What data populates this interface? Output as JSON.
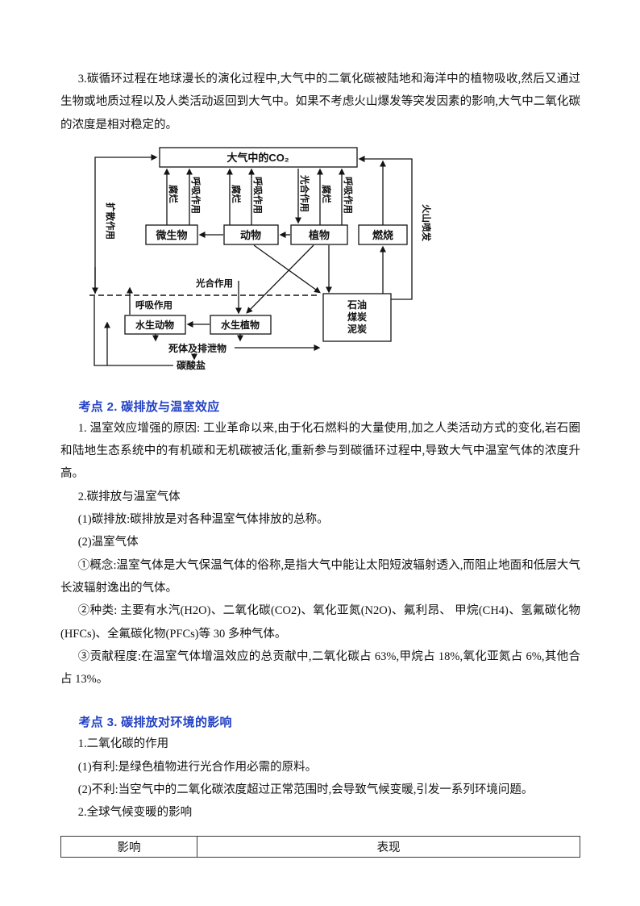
{
  "accent_blue": "#2442C5",
  "intro": {
    "text": "3.碳循环过程在地球漫长的演化过程中,大气中的二氧化碳被陆地和海洋中的植物吸收,然后又通过生物或地质过程以及人类活动返回到大气中。如果不考虑火山爆发等突发因素的影响,大气中二氧化碳的浓度是相对稳定的。"
  },
  "diagram": {
    "boxes": {
      "co2": "大气中的CO₂",
      "microbe": "微生物",
      "animal": "动物",
      "plant": "植物",
      "burn": "燃烧",
      "aquatic_animal": "水生动物",
      "aquatic_plant": "水生植物",
      "fossil_lines": [
        "石油",
        "煤炭",
        "泥炭"
      ]
    },
    "labels": {
      "decay_microbe": "腐烂",
      "respiration_microbe": "呼吸作用",
      "decay_animal": "腐烂",
      "respiration_animal": "呼吸作用",
      "photosynthesis_land": "光合作用",
      "decay_plant": "腐烂",
      "respiration_plant": "呼吸作用",
      "diffusion": "扩散作用",
      "volcano": "火山喷发",
      "respiration_water": "呼吸作用",
      "photosynthesis_water": "光合作用",
      "dead_excreta": "死体及排泄物",
      "carbonate": "碳酸盐"
    }
  },
  "section2": {
    "heading": "考点 2. 碳排放与温室效应",
    "paragraphs": [
      "1. 温室效应增强的原因: 工业革命以来,由于化石燃料的大量使用,加之人类活动方式的变化,岩石圈和陆地生态系统中的有机碳和无机碳被活化,重新参与到碳循环过程中,导致大气中温室气体的浓度升高。",
      "2.碳排放与温室气体",
      "(1)碳排放:碳排放是对各种温室气体排放的总称。",
      "(2)温室气体",
      "①概念:温室气体是大气保温气体的俗称,是指大气中能让太阳短波辐射透入,而阻止地面和低层大气长波辐射逸出的气体。",
      "②种类: 主要有水汽(H2O)、二氧化碳(CO2)、氧化亚氮(N2O)、氟利昂、 甲烷(CH4)、氢氟碳化物(HFCs)、全氟碳化物(PFCs)等 30 多种气体。",
      "③贡献程度:在温室气体增温效应的总贡献中,二氧化碳占 63%,甲烷占 18%,氧化亚氮占 6%,其他合占 13%。"
    ]
  },
  "section3": {
    "heading": "考点 3. 碳排放对环境的影响",
    "paragraphs": [
      "1.二氧化碳的作用",
      "(1)有利:是绿色植物进行光合作用必需的原料。",
      "(2)不利:当空气中的二氧化碳浓度超过正常范围时,会导致气候变暖,引发一系列环境问题。",
      "2.全球气候变暖的影响"
    ]
  },
  "table": {
    "headers": [
      "影响",
      "表现"
    ]
  }
}
